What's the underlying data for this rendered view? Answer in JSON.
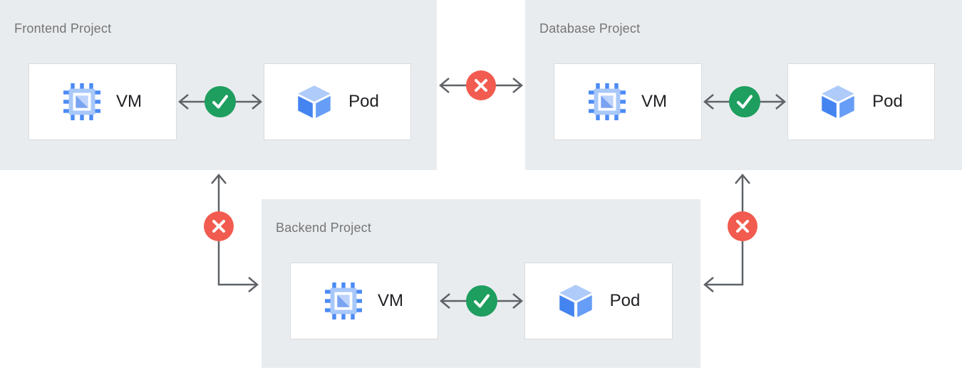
{
  "diagram": {
    "description": "Three Google Cloud projects showing VM-to-Pod connectivity; traffic allowed inside each project, denied between projects",
    "panels": [
      {
        "id": "frontend",
        "title": "Frontend Project",
        "vm_label": "VM",
        "pod_label": "Pod"
      },
      {
        "id": "database",
        "title": "Database Project",
        "vm_label": "VM",
        "pod_label": "Pod"
      },
      {
        "id": "backend",
        "title": "Backend Project",
        "vm_label": "VM",
        "pod_label": "Pod"
      }
    ],
    "connections": [
      {
        "from": "frontend.vm",
        "to": "frontend.pod",
        "status": "allowed",
        "style": "double-arrow"
      },
      {
        "from": "database.vm",
        "to": "database.pod",
        "status": "allowed",
        "style": "double-arrow"
      },
      {
        "from": "backend.vm",
        "to": "backend.pod",
        "status": "allowed",
        "style": "double-arrow"
      },
      {
        "from": "frontend",
        "to": "database",
        "status": "denied",
        "style": "double-arrow"
      },
      {
        "from": "frontend",
        "to": "backend",
        "status": "denied",
        "style": "elbow-double-arrow"
      },
      {
        "from": "database",
        "to": "backend",
        "status": "denied",
        "style": "elbow-double-arrow"
      }
    ],
    "icons": {
      "vm": "compute-engine-chip-icon",
      "pod": "pod-cube-icon",
      "allowed": "check-circle",
      "denied": "cross-circle"
    },
    "colors": {
      "page_background": "#ffffff",
      "panel_background": "#e9ecef",
      "node_background": "#ffffff",
      "node_border": "#d9dbde",
      "connector_line": "#5f6368",
      "allowed_green": "#1e9e5f",
      "denied_red": "#f25b4f",
      "title_text": "#757575",
      "label_text": "#202124",
      "icon_blue": "#4c8bf5",
      "icon_light_blue": "#aecbfa"
    }
  }
}
